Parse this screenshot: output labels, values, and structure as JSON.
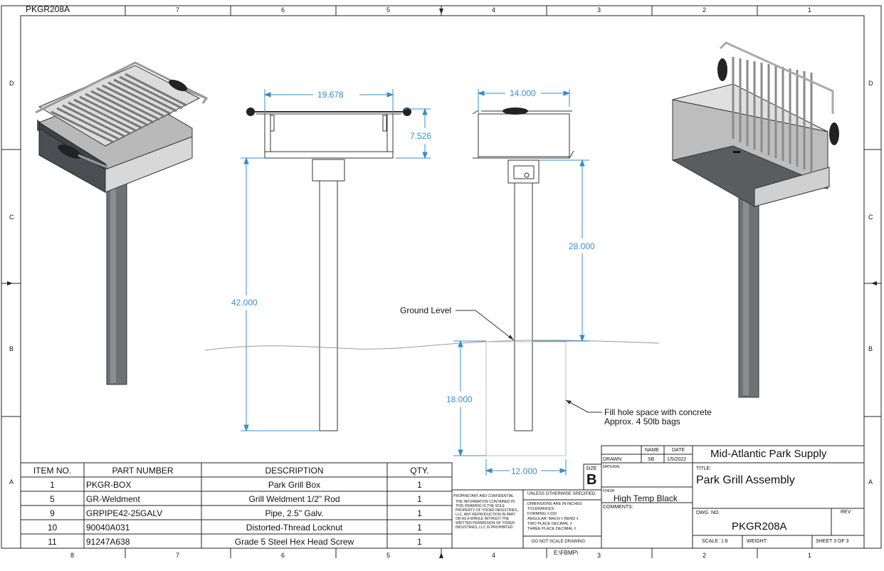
{
  "sheet": {
    "corner_id": "PKGR208A",
    "col_labels_top": [
      "7",
      "6",
      "5",
      "4",
      "3",
      "2",
      "1"
    ],
    "col_labels_bottom": [
      "8",
      "7",
      "6",
      "5",
      "4",
      "3",
      "2",
      "1"
    ],
    "row_labels": [
      "D",
      "C",
      "B",
      "A"
    ]
  },
  "dimensions": {
    "front_width": "19.678",
    "box_height": "7.526",
    "overall_height": "42.000",
    "side_width": "14.000",
    "above_ground": "28.000",
    "burial_depth": "18.000",
    "hole_width": "12.000"
  },
  "annotations": {
    "ground_level": "Ground Level",
    "fill_line1": "Fill hole space with concrete",
    "fill_line2": "Approx. 4 50lb bags"
  },
  "bom": {
    "headers": [
      "ITEM NO.",
      "PART NUMBER",
      "DESCRIPTION",
      "QTY."
    ],
    "rows": [
      [
        "1",
        "PKGR-BOX",
        "Park Grill Box",
        "1"
      ],
      [
        "5",
        "GR-Weldment",
        "Grill Weldment 1/2\" Rod",
        "1"
      ],
      [
        "9",
        "GRPIPE42-25GALV",
        "Pipe, 2.5\" Galv.",
        "1"
      ],
      [
        "10",
        "90040A031",
        "Distorted-Thread Locknut",
        "1"
      ],
      [
        "11",
        "91247A638",
        "Grade 5 Steel Hex Head Screw",
        "1"
      ]
    ]
  },
  "title_block": {
    "company": "Mid-Atlantic Park Supply",
    "name_label": "NAME",
    "date_label": "DATE",
    "drawn_label": "DRAWN",
    "drawn_name": "SB",
    "drawn_date": "1/5/2022",
    "material_label": "MATERIAL",
    "finish_label": "FINISH",
    "finish_value": "High Temp Black",
    "comments_label": "COMMENTS:",
    "title_label": "TITLE:",
    "title_value": "Park Grill Assembly",
    "dwg_no_label": "DWG.  NO.",
    "dwg_no": "PKGR208A",
    "rev_label": "REV",
    "size_label": "SIZE",
    "size_value": "B",
    "scale": "SCALE: 1:8",
    "weight": "WEIGHT:",
    "sheet": "SHEET 3 OF 3",
    "proprietary_title": "PROPRIETARY AND CONFIDENTIAL",
    "proprietary_text": "THE INFORMATION CONTAINED IN THIS DRAWING IS THE SOLE PROPERTY OF YODER INDUSTRIES, LLC. ANY REPRODUCTION IN PART OR AS A WHOLE WITHOUT THE WRITTEN PERMISSION OF YODER INDUSTRIES, LLC IS PROHIBITED.",
    "unless_label": "UNLESS OTHERWISE SPECIFIED:",
    "tol_lines": [
      "DIMENSIONS ARE IN INCHES",
      "TOLERANCES:",
      "FORMING ±.032",
      "ANGULAR: MACH ±    BEND ±",
      "TWO PLACE DECIMAL ±",
      "THREE PLACE DECIMAL ±"
    ],
    "do_not_scale": "DO NOT SCALE DRAWING",
    "file_path": "E:\\FBMP\\"
  }
}
